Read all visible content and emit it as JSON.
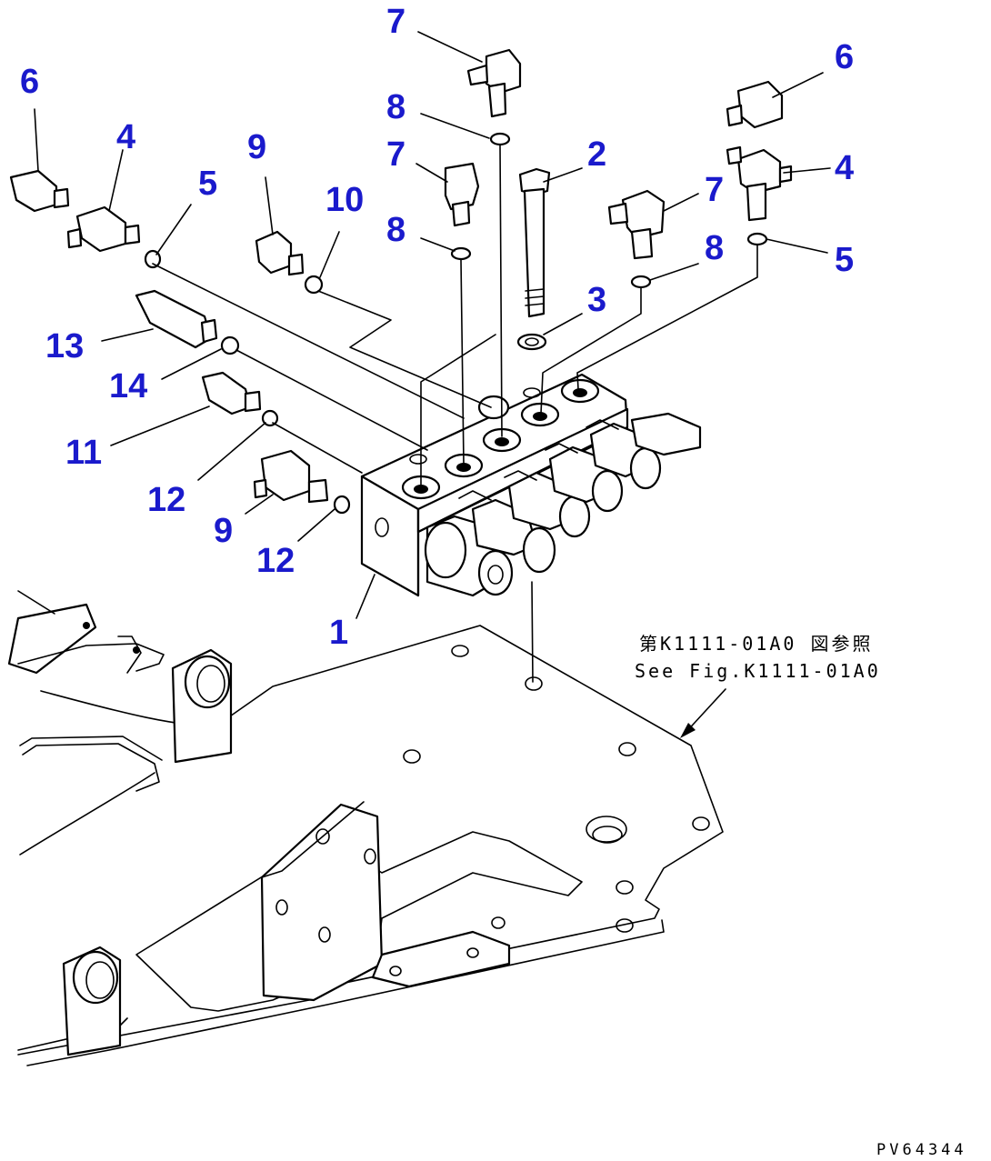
{
  "diagram": {
    "reference": {
      "japanese": "第K1111-01A0 図参照",
      "english": "See Fig.K1111-01A0"
    },
    "figure_code": "PV64344",
    "callouts": [
      {
        "id": "c7a",
        "text": "7"
      },
      {
        "id": "c6a",
        "text": "6"
      },
      {
        "id": "c6b",
        "text": "6"
      },
      {
        "id": "c8a",
        "text": "8"
      },
      {
        "id": "c4a",
        "text": "4"
      },
      {
        "id": "c7b",
        "text": "7"
      },
      {
        "id": "c2",
        "text": "2"
      },
      {
        "id": "c9a",
        "text": "9"
      },
      {
        "id": "c4b",
        "text": "4"
      },
      {
        "id": "c5a",
        "text": "5"
      },
      {
        "id": "c7c",
        "text": "7"
      },
      {
        "id": "c10",
        "text": "10"
      },
      {
        "id": "c8b",
        "text": "8"
      },
      {
        "id": "c8c",
        "text": "8"
      },
      {
        "id": "c5b",
        "text": "5"
      },
      {
        "id": "c3",
        "text": "3"
      },
      {
        "id": "c13",
        "text": "13"
      },
      {
        "id": "c14",
        "text": "14"
      },
      {
        "id": "c11",
        "text": "11"
      },
      {
        "id": "c12a",
        "text": "12"
      },
      {
        "id": "c9b",
        "text": "9"
      },
      {
        "id": "c12b",
        "text": "12"
      },
      {
        "id": "c1",
        "text": "1"
      }
    ]
  }
}
